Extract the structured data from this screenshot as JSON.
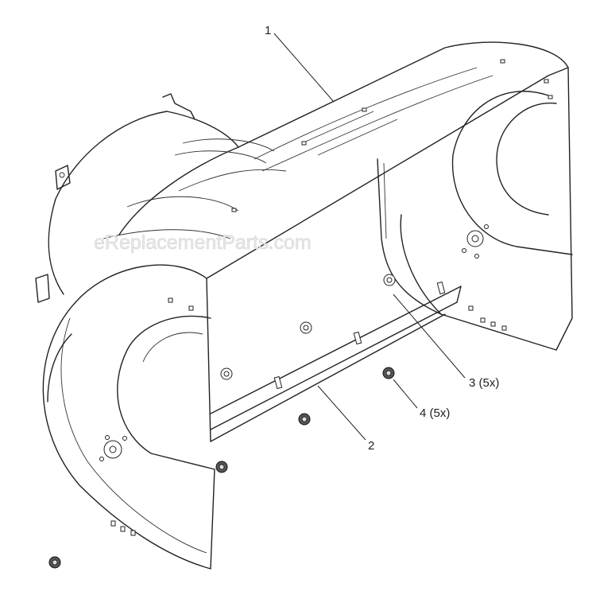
{
  "watermark": "eReplacementParts.com",
  "callouts": [
    {
      "id": "1",
      "text": "1"
    },
    {
      "id": "2",
      "text": "2"
    },
    {
      "id": "3",
      "text": "3 (5x)"
    },
    {
      "id": "4",
      "text": "4 (5x)"
    }
  ]
}
